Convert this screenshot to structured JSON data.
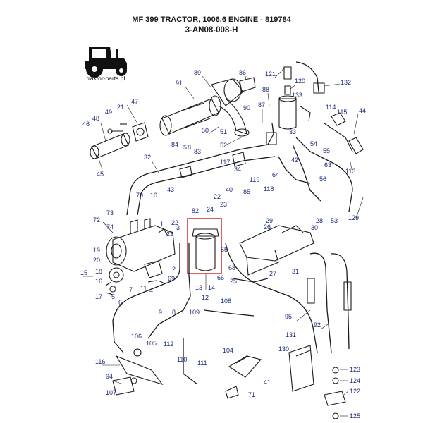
{
  "header": {
    "line1": "MF 399 TRACTOR, 1006.6 ENGINE - 819784",
    "line2": "3-AN08-008-H"
  },
  "logo": {
    "text": "traktor-parts.pl",
    "icon": "tractor-icon"
  },
  "highlight_color": "#d23a3a",
  "label_color": "#1a2a7a",
  "callouts": [
    {
      "id": "c89",
      "text": "89"
    },
    {
      "id": "c91",
      "text": "91"
    },
    {
      "id": "c86",
      "text": "86"
    },
    {
      "id": "c121",
      "text": "121"
    },
    {
      "id": "c120",
      "text": "120"
    },
    {
      "id": "c132",
      "text": "132"
    },
    {
      "id": "c88",
      "text": "88"
    },
    {
      "id": "c87",
      "text": "87"
    },
    {
      "id": "c90",
      "text": "90"
    },
    {
      "id": "c133",
      "text": "133"
    },
    {
      "id": "c47",
      "text": "47"
    },
    {
      "id": "c48",
      "text": "48"
    },
    {
      "id": "c49",
      "text": "49"
    },
    {
      "id": "c21",
      "text": "21"
    },
    {
      "id": "c46",
      "text": "46"
    },
    {
      "id": "c50",
      "text": "50"
    },
    {
      "id": "c51",
      "text": "51"
    },
    {
      "id": "c52",
      "text": "52"
    },
    {
      "id": "c45",
      "text": "45"
    },
    {
      "id": "c114",
      "text": "114"
    },
    {
      "id": "c115",
      "text": "115"
    },
    {
      "id": "c44",
      "text": "44"
    },
    {
      "id": "c33",
      "text": "33"
    },
    {
      "id": "c54",
      "text": "54"
    },
    {
      "id": "c55",
      "text": "55"
    },
    {
      "id": "c84",
      "text": "84"
    },
    {
      "id": "c8",
      "text": "8"
    },
    {
      "id": "c5",
      "text": "5"
    },
    {
      "id": "c83",
      "text": "83"
    },
    {
      "id": "c32",
      "text": "32"
    },
    {
      "id": "c117",
      "text": "117"
    },
    {
      "id": "c34",
      "text": "34"
    },
    {
      "id": "c42",
      "text": "42"
    },
    {
      "id": "c63",
      "text": "63"
    },
    {
      "id": "c64",
      "text": "64"
    },
    {
      "id": "c113",
      "text": "113"
    },
    {
      "id": "c119",
      "text": "119"
    },
    {
      "id": "c118",
      "text": "118"
    },
    {
      "id": "c56",
      "text": "56"
    },
    {
      "id": "c43",
      "text": "43"
    },
    {
      "id": "c70",
      "text": "70"
    },
    {
      "id": "c10",
      "text": "10"
    },
    {
      "id": "c22a",
      "text": "22"
    },
    {
      "id": "c40",
      "text": "40"
    },
    {
      "id": "c85",
      "text": "85"
    },
    {
      "id": "c129",
      "text": "129"
    },
    {
      "id": "c73",
      "text": "73"
    },
    {
      "id": "c72",
      "text": "72"
    },
    {
      "id": "c74",
      "text": "74"
    },
    {
      "id": "c82",
      "text": "82"
    },
    {
      "id": "c24",
      "text": "24"
    },
    {
      "id": "c23a",
      "text": "23"
    },
    {
      "id": "c1",
      "text": "1"
    },
    {
      "id": "c22b",
      "text": "22"
    },
    {
      "id": "c23b",
      "text": "23"
    },
    {
      "id": "c3",
      "text": "3"
    },
    {
      "id": "c19",
      "text": "19"
    },
    {
      "id": "c20",
      "text": "20"
    },
    {
      "id": "c15",
      "text": "15"
    },
    {
      "id": "c18",
      "text": "18"
    },
    {
      "id": "c16",
      "text": "16"
    },
    {
      "id": "c17",
      "text": "17"
    },
    {
      "id": "c11",
      "text": "11"
    },
    {
      "id": "c5b",
      "text": "5"
    },
    {
      "id": "c6",
      "text": "6"
    },
    {
      "id": "c7",
      "text": "7"
    },
    {
      "id": "c4",
      "text": "4"
    },
    {
      "id": "c2",
      "text": "2"
    },
    {
      "id": "c69",
      "text": "69"
    },
    {
      "id": "c9",
      "text": "9"
    },
    {
      "id": "c8b",
      "text": "8"
    },
    {
      "id": "c65",
      "text": "65"
    },
    {
      "id": "c66",
      "text": "66"
    },
    {
      "id": "c13",
      "text": "13"
    },
    {
      "id": "c14",
      "text": "14"
    },
    {
      "id": "c12",
      "text": "12"
    },
    {
      "id": "c68",
      "text": "68"
    },
    {
      "id": "c25",
      "text": "25"
    },
    {
      "id": "c26",
      "text": "26"
    },
    {
      "id": "c29",
      "text": "29"
    },
    {
      "id": "c28",
      "text": "28"
    },
    {
      "id": "c30",
      "text": "30"
    },
    {
      "id": "c53",
      "text": "53"
    },
    {
      "id": "c27",
      "text": "27"
    },
    {
      "id": "c31",
      "text": "31"
    },
    {
      "id": "c108",
      "text": "108"
    },
    {
      "id": "c95",
      "text": "95"
    },
    {
      "id": "c109",
      "text": "109"
    },
    {
      "id": "c92",
      "text": "92"
    },
    {
      "id": "c106",
      "text": "106"
    },
    {
      "id": "c105",
      "text": "105"
    },
    {
      "id": "c112",
      "text": "112"
    },
    {
      "id": "c110",
      "text": "110"
    },
    {
      "id": "c111",
      "text": "111"
    },
    {
      "id": "c104",
      "text": "104"
    },
    {
      "id": "c131",
      "text": "131"
    },
    {
      "id": "c130",
      "text": "130"
    },
    {
      "id": "c116",
      "text": "116"
    },
    {
      "id": "c94",
      "text": "94"
    },
    {
      "id": "c107",
      "text": "107"
    },
    {
      "id": "c71",
      "text": "71"
    },
    {
      "id": "c41",
      "text": "41"
    },
    {
      "id": "c123",
      "text": "123"
    },
    {
      "id": "c124",
      "text": "124"
    },
    {
      "id": "c122",
      "text": "122"
    },
    {
      "id": "c125",
      "text": "125"
    }
  ]
}
